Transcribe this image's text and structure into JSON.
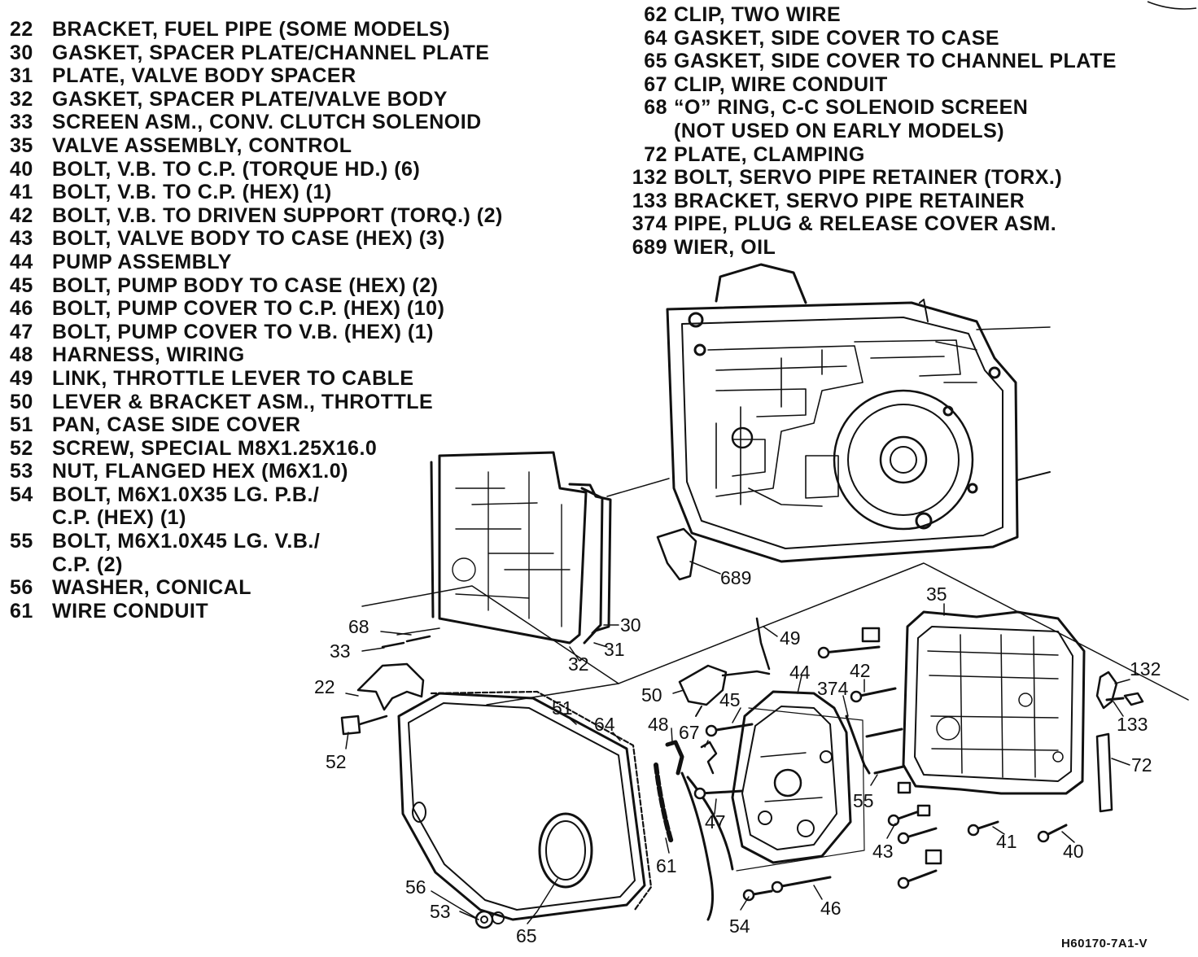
{
  "legend_left": [
    {
      "num": "22",
      "text": "BRACKET, FUEL PIPE (SOME MODELS)"
    },
    {
      "num": "30",
      "text": "GASKET, SPACER PLATE/CHANNEL PLATE"
    },
    {
      "num": "31",
      "text": "PLATE, VALVE BODY SPACER"
    },
    {
      "num": "32",
      "text": "GASKET, SPACER PLATE/VALVE BODY"
    },
    {
      "num": "33",
      "text": "SCREEN ASM., CONV. CLUTCH SOLENOID"
    },
    {
      "num": "35",
      "text": "VALVE ASSEMBLY, CONTROL"
    },
    {
      "num": "40",
      "text": "BOLT, V.B. TO C.P. (TORQUE HD.) (6)"
    },
    {
      "num": "41",
      "text": "BOLT, V.B. TO C.P. (HEX) (1)"
    },
    {
      "num": "42",
      "text": "BOLT, V.B. TO DRIVEN SUPPORT (TORQ.) (2)"
    },
    {
      "num": "43",
      "text": "BOLT, VALVE BODY TO CASE (HEX) (3)"
    },
    {
      "num": "44",
      "text": "PUMP ASSEMBLY"
    },
    {
      "num": "45",
      "text": "BOLT, PUMP BODY TO CASE (HEX) (2)"
    },
    {
      "num": "46",
      "text": "BOLT, PUMP COVER TO C.P. (HEX) (10)"
    },
    {
      "num": "47",
      "text": "BOLT, PUMP COVER TO V.B. (HEX) (1)"
    },
    {
      "num": "48",
      "text": "HARNESS, WIRING"
    },
    {
      "num": "49",
      "text": "LINK, THROTTLE LEVER TO CABLE"
    },
    {
      "num": "50",
      "text": "LEVER & BRACKET ASM., THROTTLE"
    },
    {
      "num": "51",
      "text": "PAN, CASE SIDE COVER"
    },
    {
      "num": "52",
      "text": "SCREW, SPECIAL M8X1.25X16.0"
    },
    {
      "num": "53",
      "text": "NUT, FLANGED HEX (M6X1.0)"
    },
    {
      "num": "54",
      "text": "BOLT, M6X1.0X35 LG. P.B./"
    },
    {
      "num": "",
      "text": "C.P. (HEX) (1)"
    },
    {
      "num": "55",
      "text": "BOLT, M6X1.0X45 LG. V.B./"
    },
    {
      "num": "",
      "text": "C.P. (2)"
    },
    {
      "num": "56",
      "text": "WASHER, CONICAL"
    },
    {
      "num": "61",
      "text": "WIRE CONDUIT"
    }
  ],
  "legend_right": [
    {
      "num": "62",
      "text": "CLIP, TWO WIRE"
    },
    {
      "num": "64",
      "text": "GASKET, SIDE COVER TO CASE"
    },
    {
      "num": "65",
      "text": "GASKET, SIDE COVER TO CHANNEL PLATE"
    },
    {
      "num": "67",
      "text": "CLIP, WIRE CONDUIT"
    },
    {
      "num": "68",
      "text": "“O” RING, C-C SOLENOID SCREEN"
    },
    {
      "num": "",
      "text": "(NOT USED ON EARLY MODELS)"
    },
    {
      "num": "72",
      "text": "PLATE, CLAMPING"
    },
    {
      "num": "132",
      "text": "BOLT, SERVO PIPE RETAINER (TORX.)"
    },
    {
      "num": "133",
      "text": "BRACKET, SERVO PIPE RETAINER"
    },
    {
      "num": "374",
      "text": "PIPE, PLUG & RELEASE COVER ASM."
    },
    {
      "num": "689",
      "text": "WIER, OIL"
    }
  ],
  "callouts": {
    "c689": "689",
    "c68": "68",
    "c33": "33",
    "c30": "30",
    "c31": "31",
    "c32": "32",
    "c49": "49",
    "c35": "35",
    "c132": "132",
    "c133": "133",
    "c72": "72",
    "c44": "44",
    "c374": "374",
    "c42": "42",
    "c45": "45",
    "c50": "50",
    "c22": "22",
    "c52": "52",
    "c51": "51",
    "c64": "64",
    "c48": "48",
    "c67": "67",
    "c47": "47",
    "c55": "55",
    "c43": "43",
    "c41": "41",
    "c40": "40",
    "c61": "61",
    "c56": "56",
    "c53": "53",
    "c65": "65",
    "c54": "54",
    "c46": "46"
  },
  "figure_code": "H60170-7A1-V"
}
